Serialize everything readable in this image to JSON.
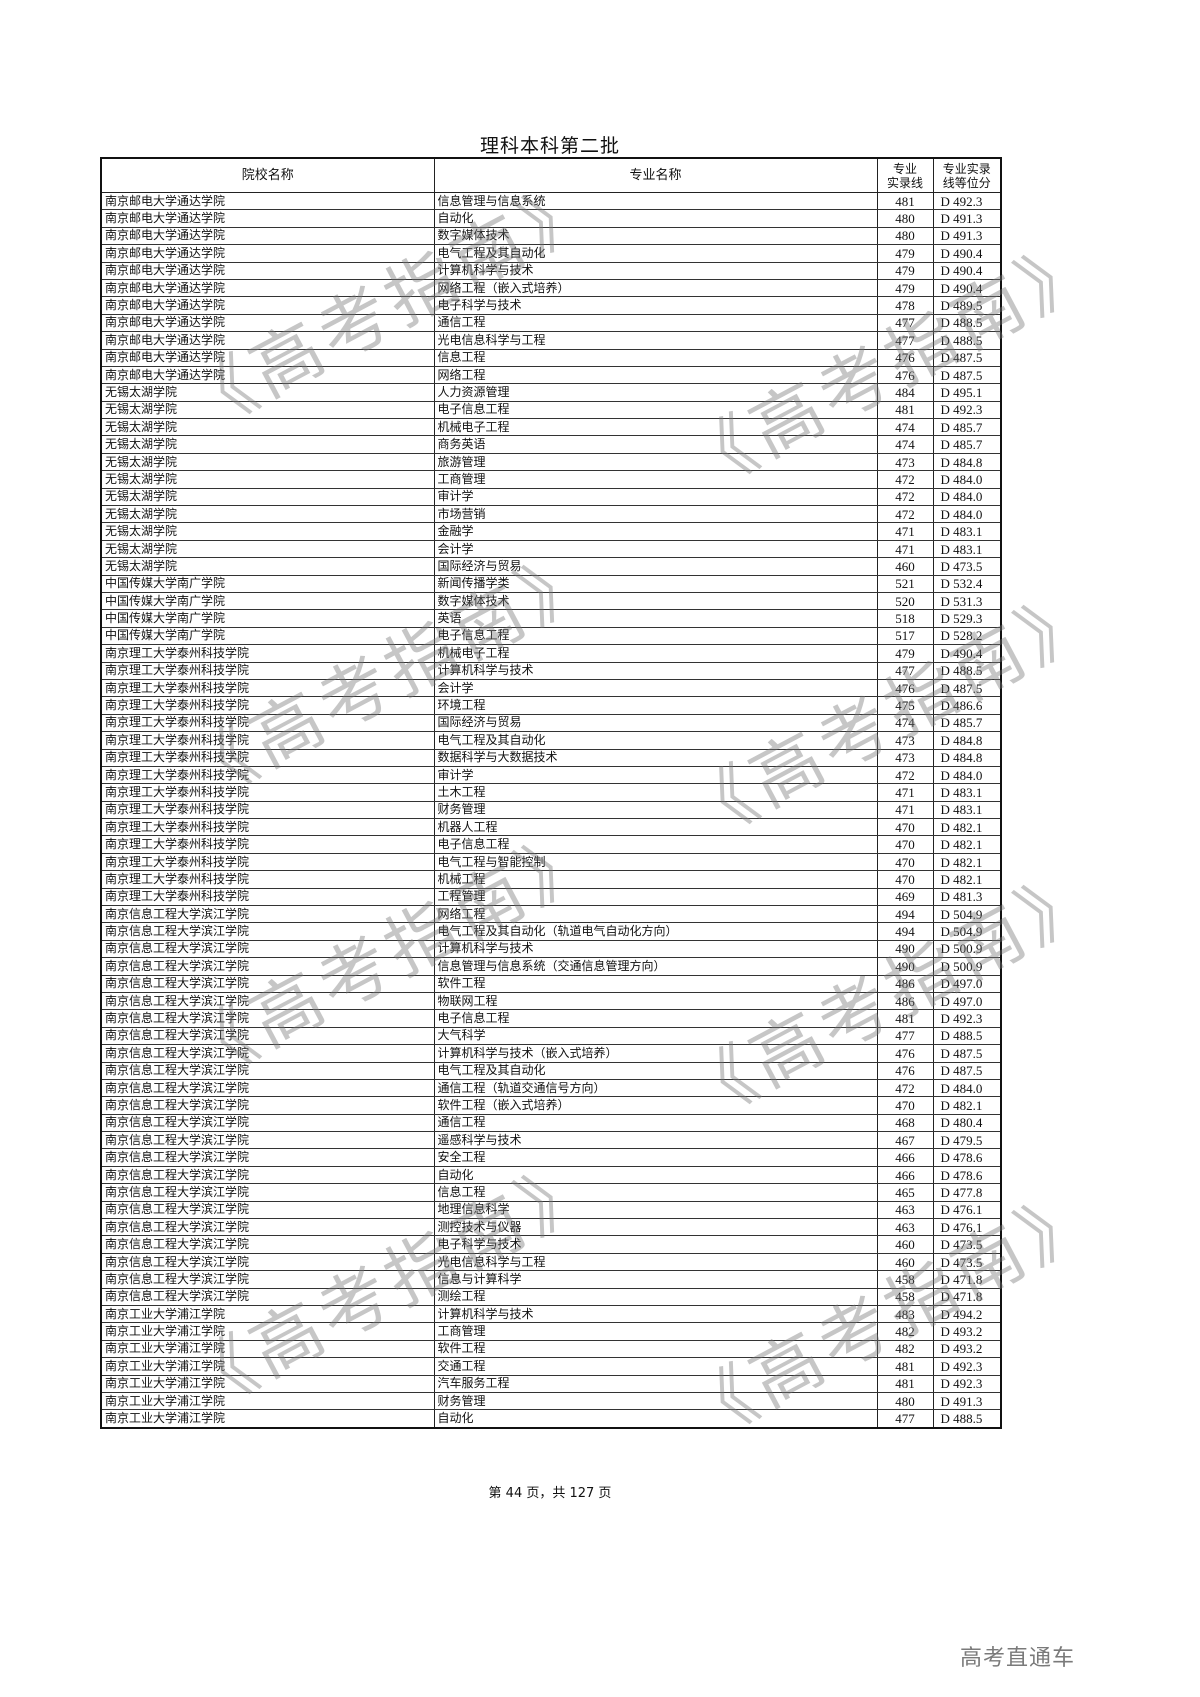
{
  "title": "理科本科第二批",
  "table": {
    "headers": {
      "school": "院校名称",
      "major": "专业名称",
      "score_line1": "专业",
      "score_line2": "实录线",
      "rank_line1": "专业实录",
      "rank_line2": "线等位分"
    },
    "rows": [
      {
        "school": "南京邮电大学通达学院",
        "major": "信息管理与信息系统",
        "score": "481",
        "rank": "D 492.3"
      },
      {
        "school": "南京邮电大学通达学院",
        "major": "自动化",
        "score": "480",
        "rank": "D 491.3"
      },
      {
        "school": "南京邮电大学通达学院",
        "major": "数字媒体技术",
        "score": "480",
        "rank": "D 491.3"
      },
      {
        "school": "南京邮电大学通达学院",
        "major": "电气工程及其自动化",
        "score": "479",
        "rank": "D 490.4"
      },
      {
        "school": "南京邮电大学通达学院",
        "major": "计算机科学与技术",
        "score": "479",
        "rank": "D 490.4"
      },
      {
        "school": "南京邮电大学通达学院",
        "major": "网络工程（嵌入式培养）",
        "score": "479",
        "rank": "D 490.4"
      },
      {
        "school": "南京邮电大学通达学院",
        "major": "电子科学与技术",
        "score": "478",
        "rank": "D 489.5"
      },
      {
        "school": "南京邮电大学通达学院",
        "major": "通信工程",
        "score": "477",
        "rank": "D 488.5"
      },
      {
        "school": "南京邮电大学通达学院",
        "major": "光电信息科学与工程",
        "score": "477",
        "rank": "D 488.5"
      },
      {
        "school": "南京邮电大学通达学院",
        "major": "信息工程",
        "score": "476",
        "rank": "D 487.5"
      },
      {
        "school": "南京邮电大学通达学院",
        "major": "网络工程",
        "score": "476",
        "rank": "D 487.5"
      },
      {
        "school": "无锡太湖学院",
        "major": "人力资源管理",
        "score": "484",
        "rank": "D 495.1"
      },
      {
        "school": "无锡太湖学院",
        "major": "电子信息工程",
        "score": "481",
        "rank": "D 492.3"
      },
      {
        "school": "无锡太湖学院",
        "major": "机械电子工程",
        "score": "474",
        "rank": "D 485.7"
      },
      {
        "school": "无锡太湖学院",
        "major": "商务英语",
        "score": "474",
        "rank": "D 485.7"
      },
      {
        "school": "无锡太湖学院",
        "major": "旅游管理",
        "score": "473",
        "rank": "D 484.8"
      },
      {
        "school": "无锡太湖学院",
        "major": "工商管理",
        "score": "472",
        "rank": "D 484.0"
      },
      {
        "school": "无锡太湖学院",
        "major": "审计学",
        "score": "472",
        "rank": "D 484.0"
      },
      {
        "school": "无锡太湖学院",
        "major": "市场营销",
        "score": "472",
        "rank": "D 484.0"
      },
      {
        "school": "无锡太湖学院",
        "major": "金融学",
        "score": "471",
        "rank": "D 483.1"
      },
      {
        "school": "无锡太湖学院",
        "major": "会计学",
        "score": "471",
        "rank": "D 483.1"
      },
      {
        "school": "无锡太湖学院",
        "major": "国际经济与贸易",
        "score": "460",
        "rank": "D 473.5"
      },
      {
        "school": "中国传媒大学南广学院",
        "major": "新闻传播学类",
        "score": "521",
        "rank": "D 532.4"
      },
      {
        "school": "中国传媒大学南广学院",
        "major": "数字媒体技术",
        "score": "520",
        "rank": "D 531.3"
      },
      {
        "school": "中国传媒大学南广学院",
        "major": "英语",
        "score": "518",
        "rank": "D 529.3"
      },
      {
        "school": "中国传媒大学南广学院",
        "major": "电子信息工程",
        "score": "517",
        "rank": "D 528.2"
      },
      {
        "school": "南京理工大学泰州科技学院",
        "major": "机械电子工程",
        "score": "479",
        "rank": "D 490.4"
      },
      {
        "school": "南京理工大学泰州科技学院",
        "major": "计算机科学与技术",
        "score": "477",
        "rank": "D 488.5"
      },
      {
        "school": "南京理工大学泰州科技学院",
        "major": "会计学",
        "score": "476",
        "rank": "D 487.5"
      },
      {
        "school": "南京理工大学泰州科技学院",
        "major": "环境工程",
        "score": "475",
        "rank": "D 486.6"
      },
      {
        "school": "南京理工大学泰州科技学院",
        "major": "国际经济与贸易",
        "score": "474",
        "rank": "D 485.7"
      },
      {
        "school": "南京理工大学泰州科技学院",
        "major": "电气工程及其自动化",
        "score": "473",
        "rank": "D 484.8"
      },
      {
        "school": "南京理工大学泰州科技学院",
        "major": "数据科学与大数据技术",
        "score": "473",
        "rank": "D 484.8"
      },
      {
        "school": "南京理工大学泰州科技学院",
        "major": "审计学",
        "score": "472",
        "rank": "D 484.0"
      },
      {
        "school": "南京理工大学泰州科技学院",
        "major": "土木工程",
        "score": "471",
        "rank": "D 483.1"
      },
      {
        "school": "南京理工大学泰州科技学院",
        "major": "财务管理",
        "score": "471",
        "rank": "D 483.1"
      },
      {
        "school": "南京理工大学泰州科技学院",
        "major": "机器人工程",
        "score": "470",
        "rank": "D 482.1"
      },
      {
        "school": "南京理工大学泰州科技学院",
        "major": "电子信息工程",
        "score": "470",
        "rank": "D 482.1"
      },
      {
        "school": "南京理工大学泰州科技学院",
        "major": "电气工程与智能控制",
        "score": "470",
        "rank": "D 482.1"
      },
      {
        "school": "南京理工大学泰州科技学院",
        "major": "机械工程",
        "score": "470",
        "rank": "D 482.1"
      },
      {
        "school": "南京理工大学泰州科技学院",
        "major": "工程管理",
        "score": "469",
        "rank": "D 481.3"
      },
      {
        "school": "南京信息工程大学滨江学院",
        "major": "网络工程",
        "score": "494",
        "rank": "D 504.9"
      },
      {
        "school": "南京信息工程大学滨江学院",
        "major": "电气工程及其自动化（轨道电气自动化方向）",
        "score": "494",
        "rank": "D 504.9"
      },
      {
        "school": "南京信息工程大学滨江学院",
        "major": "计算机科学与技术",
        "score": "490",
        "rank": "D 500.9"
      },
      {
        "school": "南京信息工程大学滨江学院",
        "major": "信息管理与信息系统（交通信息管理方向）",
        "score": "490",
        "rank": "D 500.9"
      },
      {
        "school": "南京信息工程大学滨江学院",
        "major": "软件工程",
        "score": "486",
        "rank": "D 497.0"
      },
      {
        "school": "南京信息工程大学滨江学院",
        "major": "物联网工程",
        "score": "486",
        "rank": "D 497.0"
      },
      {
        "school": "南京信息工程大学滨江学院",
        "major": "电子信息工程",
        "score": "481",
        "rank": "D 492.3"
      },
      {
        "school": "南京信息工程大学滨江学院",
        "major": "大气科学",
        "score": "477",
        "rank": "D 488.5"
      },
      {
        "school": "南京信息工程大学滨江学院",
        "major": "计算机科学与技术（嵌入式培养）",
        "score": "476",
        "rank": "D 487.5"
      },
      {
        "school": "南京信息工程大学滨江学院",
        "major": "电气工程及其自动化",
        "score": "476",
        "rank": "D 487.5"
      },
      {
        "school": "南京信息工程大学滨江学院",
        "major": "通信工程（轨道交通信号方向）",
        "score": "472",
        "rank": "D 484.0"
      },
      {
        "school": "南京信息工程大学滨江学院",
        "major": "软件工程（嵌入式培养）",
        "score": "470",
        "rank": "D 482.1"
      },
      {
        "school": "南京信息工程大学滨江学院",
        "major": "通信工程",
        "score": "468",
        "rank": "D 480.4"
      },
      {
        "school": "南京信息工程大学滨江学院",
        "major": "遥感科学与技术",
        "score": "467",
        "rank": "D 479.5"
      },
      {
        "school": "南京信息工程大学滨江学院",
        "major": "安全工程",
        "score": "466",
        "rank": "D 478.6"
      },
      {
        "school": "南京信息工程大学滨江学院",
        "major": "自动化",
        "score": "466",
        "rank": "D 478.6"
      },
      {
        "school": "南京信息工程大学滨江学院",
        "major": "信息工程",
        "score": "465",
        "rank": "D 477.8"
      },
      {
        "school": "南京信息工程大学滨江学院",
        "major": "地理信息科学",
        "score": "463",
        "rank": "D 476.1"
      },
      {
        "school": "南京信息工程大学滨江学院",
        "major": "测控技术与仪器",
        "score": "463",
        "rank": "D 476.1"
      },
      {
        "school": "南京信息工程大学滨江学院",
        "major": "电子科学与技术",
        "score": "460",
        "rank": "D 473.5"
      },
      {
        "school": "南京信息工程大学滨江学院",
        "major": "光电信息科学与工程",
        "score": "460",
        "rank": "D 473.5"
      },
      {
        "school": "南京信息工程大学滨江学院",
        "major": "信息与计算科学",
        "score": "458",
        "rank": "D 471.8"
      },
      {
        "school": "南京信息工程大学滨江学院",
        "major": "测绘工程",
        "score": "458",
        "rank": "D 471.8"
      },
      {
        "school": "南京工业大学浦江学院",
        "major": "计算机科学与技术",
        "score": "483",
        "rank": "D 494.2"
      },
      {
        "school": "南京工业大学浦江学院",
        "major": "工商管理",
        "score": "482",
        "rank": "D 493.2"
      },
      {
        "school": "南京工业大学浦江学院",
        "major": "软件工程",
        "score": "482",
        "rank": "D 493.2"
      },
      {
        "school": "南京工业大学浦江学院",
        "major": "交通工程",
        "score": "481",
        "rank": "D 492.3"
      },
      {
        "school": "南京工业大学浦江学院",
        "major": "汽车服务工程",
        "score": "481",
        "rank": "D 492.3"
      },
      {
        "school": "南京工业大学浦江学院",
        "major": "财务管理",
        "score": "480",
        "rank": "D 491.3"
      },
      {
        "school": "南京工业大学浦江学院",
        "major": "自动化",
        "score": "477",
        "rank": "D 488.5"
      }
    ]
  },
  "watermark": "《高考指南》",
  "footer": {
    "page_info": "第 44 页，共 127 页"
  },
  "brand": "高考直通车"
}
